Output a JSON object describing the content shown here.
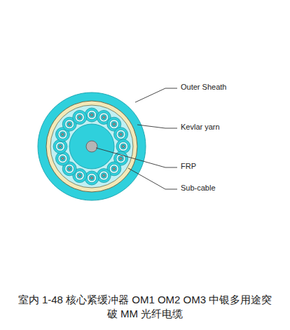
{
  "diagram": {
    "caption": "室内 1-48 核心紧缓冲器 OM1 OM2 OM3 中银多用途突破 MM 光纤电缆",
    "labels": [
      "Outer Sheath",
      "Kevlar yarn",
      "FRP",
      "Sub-cable"
    ]
  }
}
